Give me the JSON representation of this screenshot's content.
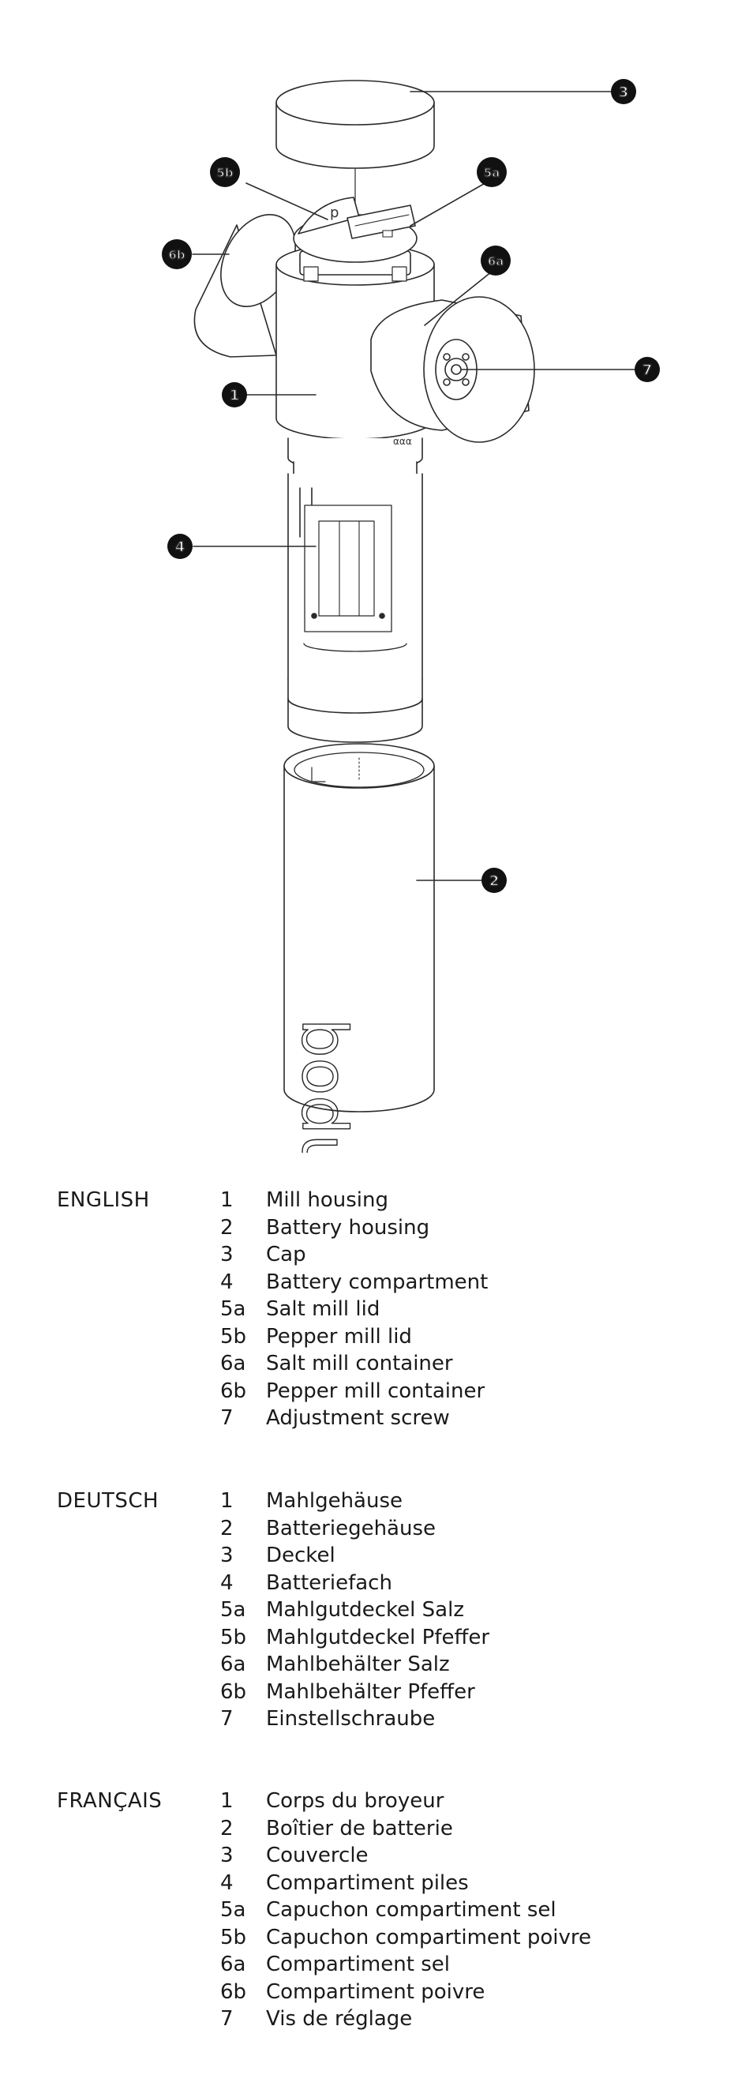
{
  "diagram": {
    "callouts": [
      "3",
      "5b",
      "5a",
      "6b",
      "6a",
      "1",
      "7",
      "4",
      "2"
    ],
    "brand_mark": "bodum",
    "scale_marks": "ααα"
  },
  "legend": [
    {
      "language": "ENGLISH",
      "items": [
        {
          "num": "1",
          "label": "Mill housing"
        },
        {
          "num": "2",
          "label": "Battery housing"
        },
        {
          "num": "3",
          "label": "Cap"
        },
        {
          "num": "4",
          "label": "Battery compartment"
        },
        {
          "num": "5a",
          "label": "Salt mill lid"
        },
        {
          "num": "5b",
          "label": "Pepper mill lid"
        },
        {
          "num": "6a",
          "label": "Salt mill container"
        },
        {
          "num": "6b",
          "label": "Pepper mill container"
        },
        {
          "num": "7",
          "label": "Adjustment screw"
        }
      ]
    },
    {
      "language": "DEUTSCH",
      "items": [
        {
          "num": "1",
          "label": "Mahlgehäuse"
        },
        {
          "num": "2",
          "label": "Batteriegehäuse"
        },
        {
          "num": "3",
          "label": "Deckel"
        },
        {
          "num": "4",
          "label": "Batteriefach"
        },
        {
          "num": "5a",
          "label": "Mahlgutdeckel Salz"
        },
        {
          "num": "5b",
          "label": "Mahlgutdeckel Pfeffer"
        },
        {
          "num": "6a",
          "label": "Mahlbehälter Salz"
        },
        {
          "num": "6b",
          "label": "Mahlbehälter Pfeffer"
        },
        {
          "num": "7",
          "label": "Einstellschraube"
        }
      ]
    },
    {
      "language": "FRANÇAIS",
      "items": [
        {
          "num": "1",
          "label": "Corps du broyeur"
        },
        {
          "num": "2",
          "label": "Boîtier de batterie"
        },
        {
          "num": "3",
          "label": "Couvercle"
        },
        {
          "num": "4",
          "label": "Compartiment piles"
        },
        {
          "num": "5a",
          "label": "Capuchon compartiment sel"
        },
        {
          "num": "5b",
          "label": "Capuchon compartiment poivre"
        },
        {
          "num": "6a",
          "label": "Compartiment sel"
        },
        {
          "num": "6b",
          "label": "Compartiment poivre"
        },
        {
          "num": "7",
          "label": "Vis de réglage"
        }
      ]
    }
  ]
}
